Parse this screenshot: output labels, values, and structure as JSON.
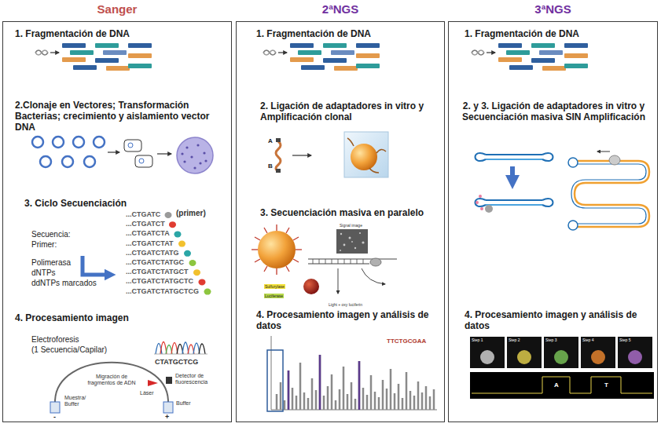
{
  "diagram": {
    "nodes": [
      {
        "text": [
          "Sanger",
          "1. Fragmentación de DNA",
          "2.Clonaje en Vectores; Transformación Bacterias; crecimiento y aislamiento vector DNA",
          "3. Ciclo Secuenciación",
          "4. Procesamiento imagen"
        ]
      },
      {
        "text": [
          "2ªNGS",
          "1. Fragmentación de DNA",
          "2. Ligación de adaptadores in vitro y Amplificación clonal",
          "3. Secuenciación masiva en paralelo",
          "4. Procesamiento imagen y análisis de datos"
        ]
      },
      {
        "text": [
          "3ªNGS",
          "1. Fragmentación de DNA",
          "2. y 3. Ligación de adaptadores in vitro y Secuenciación masiva SIN Amplificación",
          "4. Procesamiento imagen y análisis de datos"
        ]
      }
    ],
    "labels": [
      "Secuencia:",
      "Primer:",
      "Polimerasa",
      "dNTPs",
      "ddNTPs marcados",
      "(primer)",
      "...CTGATC",
      "...CTGATCT",
      "...CTGATCTA",
      "...CTGATCTAT",
      "...CTGATCTATG",
      "...CTGATCTATGC",
      "...CTGATCTATGCT",
      "...CTGATCTATGCTC",
      "...CTGATCTATGCTCG",
      "Electroforesis",
      "(1 Secuencia/Capilar)",
      "CTATGCTCG",
      "Migración de fragmentos de ADN",
      "Detector de fluorescencia",
      "Láser",
      "Muestra/ Buffer",
      "Buffer",
      "-",
      "+",
      "A",
      "B",
      "Signal image",
      "Sulfurylase",
      "Luciferase",
      "Light + oxy luciferin",
      "TTCTGCGAA",
      "A",
      "T",
      "Step 1",
      "Step 2",
      "Step 3",
      "Step 4",
      "Step 5"
    ]
  }
}
